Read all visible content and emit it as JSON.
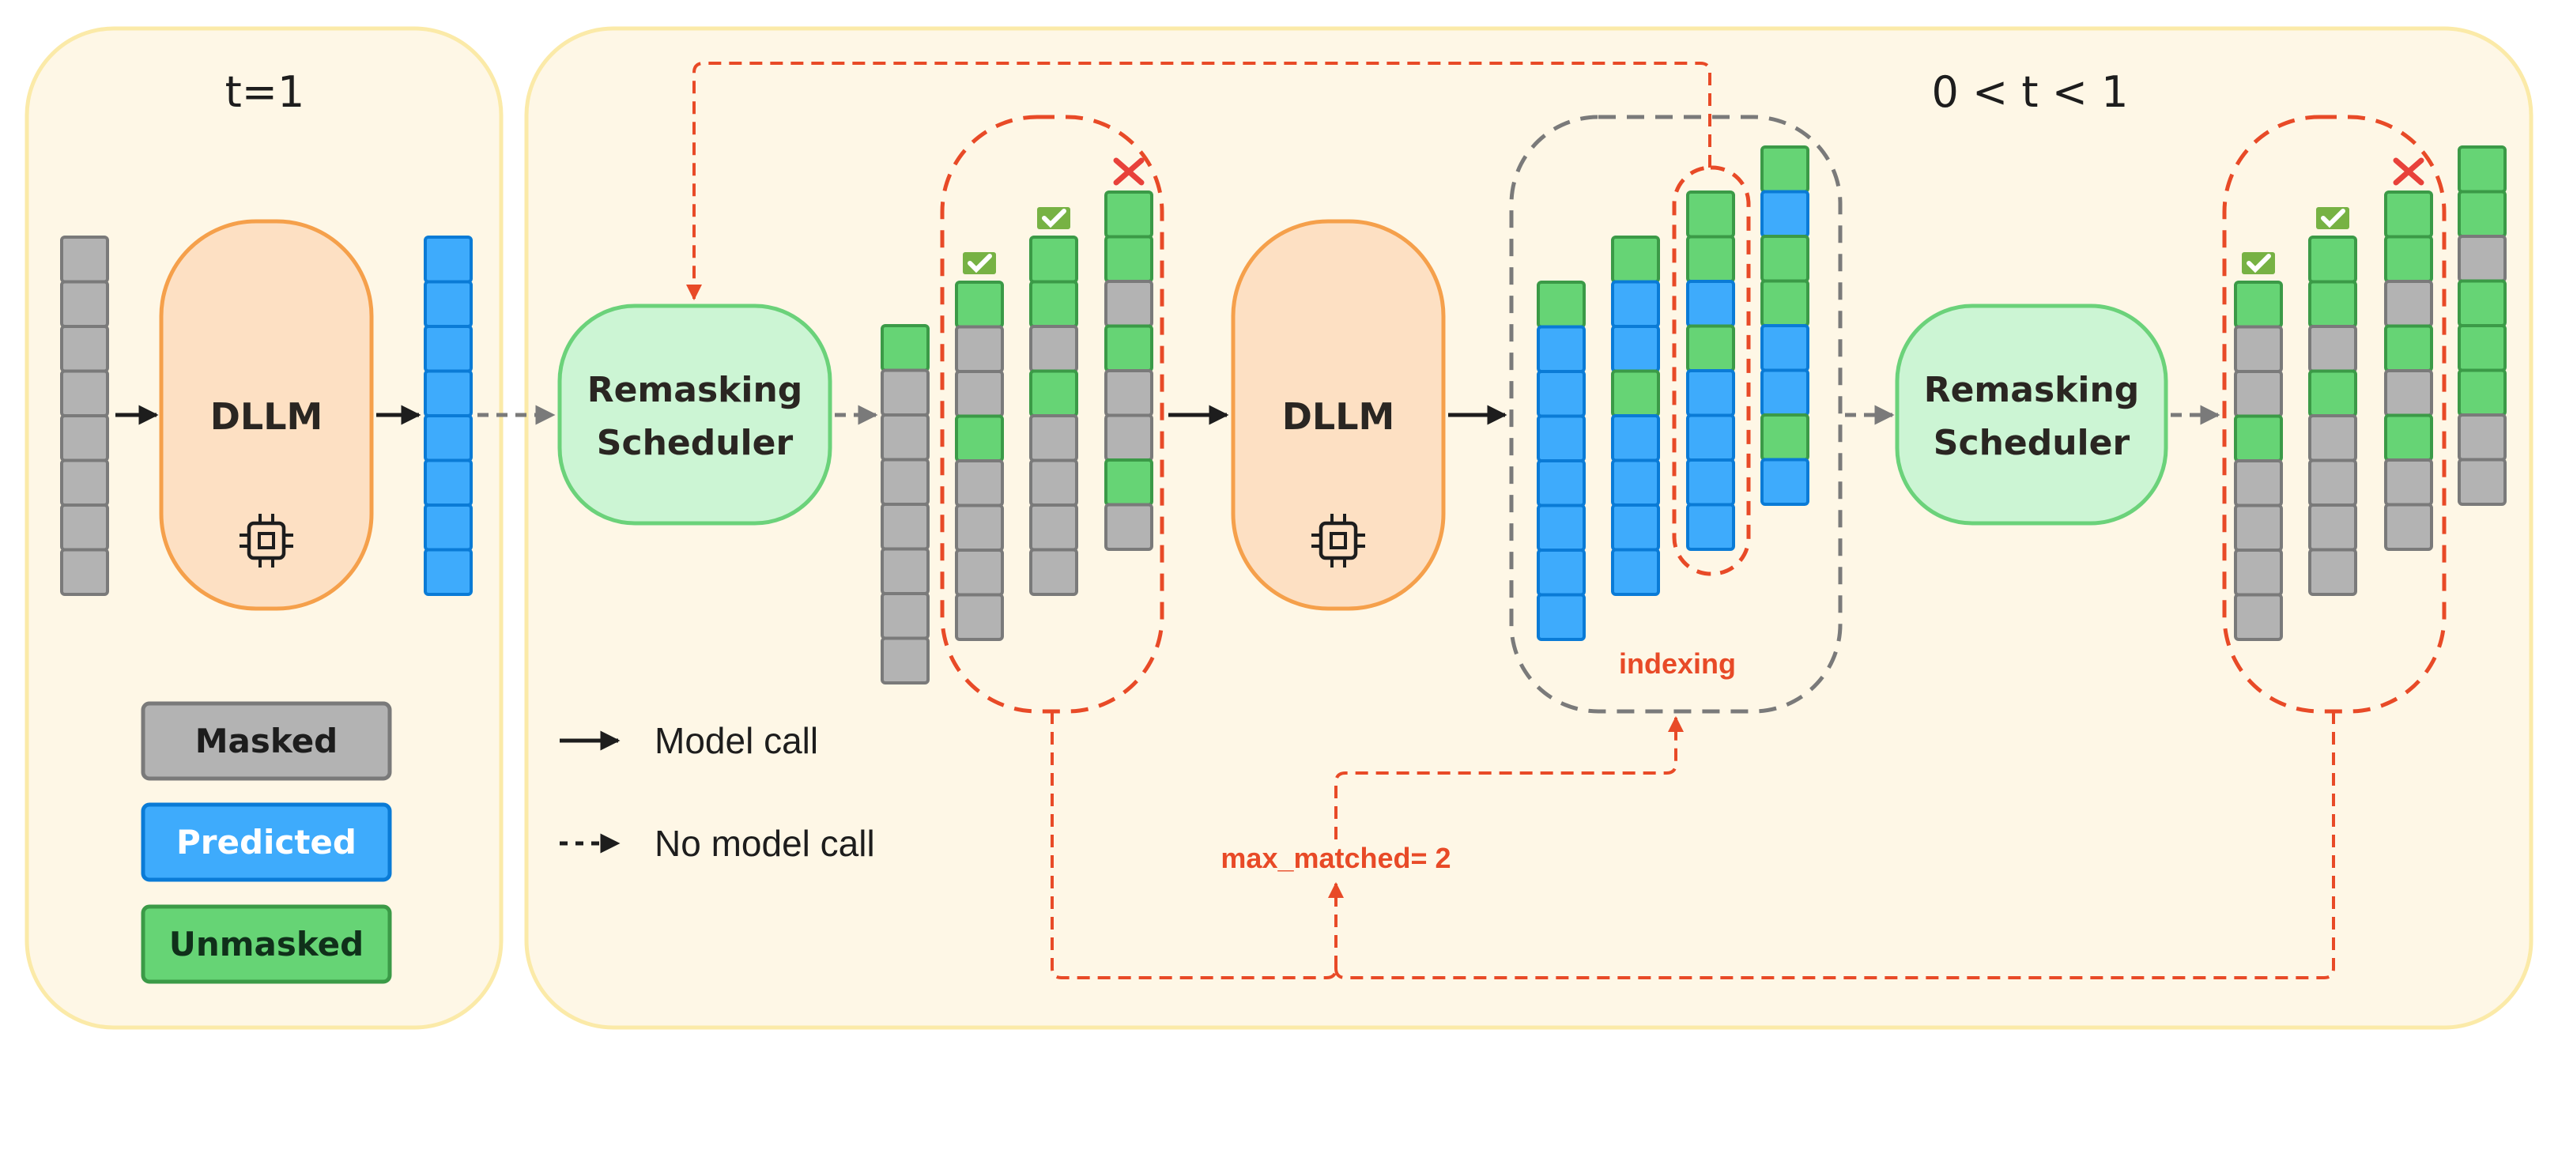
{
  "colors": {
    "masked_fill": "#b3b3b3",
    "masked_stroke": "#7a7a7a",
    "predicted_fill": "#3eabfc",
    "predicted_stroke": "#0a7bd6",
    "unmasked_fill": "#66d475",
    "unmasked_stroke": "#3b9a47",
    "panel_fill": "#fef7e6",
    "panel_stroke": "#fbeaa8",
    "dllm_fill": "#fde0c3",
    "dllm_stroke": "#f5a04b",
    "scheduler_fill": "#ccf5d4",
    "scheduler_stroke": "#6bd27a",
    "accent_red": "#e84a27",
    "accent_gray": "#7a7a7a"
  },
  "panels": {
    "initial": {
      "title": "t=1"
    },
    "iterative": {
      "title": "0 < t < 1"
    }
  },
  "models": {
    "dllm_1": {
      "label": "DLLM",
      "icon": "cpu-chip-icon"
    },
    "dllm_2": {
      "label": "DLLM",
      "icon": "cpu-chip-icon"
    }
  },
  "schedulers": {
    "scheduler_1": {
      "line1": "Remasking",
      "line2": "Scheduler"
    },
    "scheduler_2": {
      "line1": "Remasking",
      "line2": "Scheduler"
    }
  },
  "legend": {
    "token_states": [
      {
        "key": "M",
        "label": "Masked"
      },
      {
        "key": "P",
        "label": "Predicted"
      },
      {
        "key": "G",
        "label": "Unmasked"
      }
    ],
    "arrows": [
      {
        "style": "solid",
        "label": "Model call"
      },
      {
        "style": "dashed",
        "label": "No model call"
      }
    ]
  },
  "annotations": {
    "indexing": "indexing",
    "max_matched": "max_matched= 2"
  },
  "sequences": {
    "t1_input": [
      "M",
      "M",
      "M",
      "M",
      "M",
      "M",
      "M",
      "M"
    ],
    "t1_output": [
      "P",
      "P",
      "P",
      "P",
      "P",
      "P",
      "P",
      "P"
    ],
    "step1_input": [
      "G",
      "M",
      "M",
      "M",
      "M",
      "M",
      "M",
      "M"
    ],
    "step1_candidates": [
      {
        "tokens": [
          "G",
          "M",
          "M",
          "G",
          "M",
          "M",
          "M",
          "M"
        ],
        "status": "match",
        "mark": "✅"
      },
      {
        "tokens": [
          "G",
          "G",
          "M",
          "G",
          "M",
          "M",
          "M",
          "M"
        ],
        "status": "match",
        "mark": "✅"
      },
      {
        "tokens": [
          "G",
          "G",
          "M",
          "G",
          "M",
          "M",
          "G",
          "M"
        ],
        "status": "mismatch",
        "mark": "❌"
      }
    ],
    "dllm_outputs": [
      {
        "tokens": [
          "G",
          "P",
          "P",
          "P",
          "P",
          "P",
          "P",
          "P"
        ],
        "highlighted": false
      },
      {
        "tokens": [
          "G",
          "P",
          "P",
          "G",
          "P",
          "P",
          "P",
          "P"
        ],
        "highlighted": false
      },
      {
        "tokens": [
          "G",
          "G",
          "P",
          "G",
          "P",
          "P",
          "P",
          "P"
        ],
        "highlighted": true
      },
      {
        "tokens": [
          "G",
          "P",
          "G",
          "G",
          "P",
          "P",
          "G",
          "P"
        ],
        "highlighted": false
      }
    ],
    "step2_candidates": [
      {
        "tokens": [
          "G",
          "M",
          "M",
          "G",
          "M",
          "M",
          "M",
          "M"
        ],
        "status": "match",
        "mark": "✅"
      },
      {
        "tokens": [
          "G",
          "G",
          "M",
          "G",
          "M",
          "M",
          "M",
          "M"
        ],
        "status": "match",
        "mark": "✅"
      },
      {
        "tokens": [
          "G",
          "G",
          "M",
          "G",
          "M",
          "G",
          "M",
          "M"
        ],
        "status": "mismatch",
        "mark": "❌"
      }
    ],
    "step2_next": [
      "G",
      "G",
      "M",
      "G",
      "G",
      "G",
      "M",
      "M"
    ]
  }
}
